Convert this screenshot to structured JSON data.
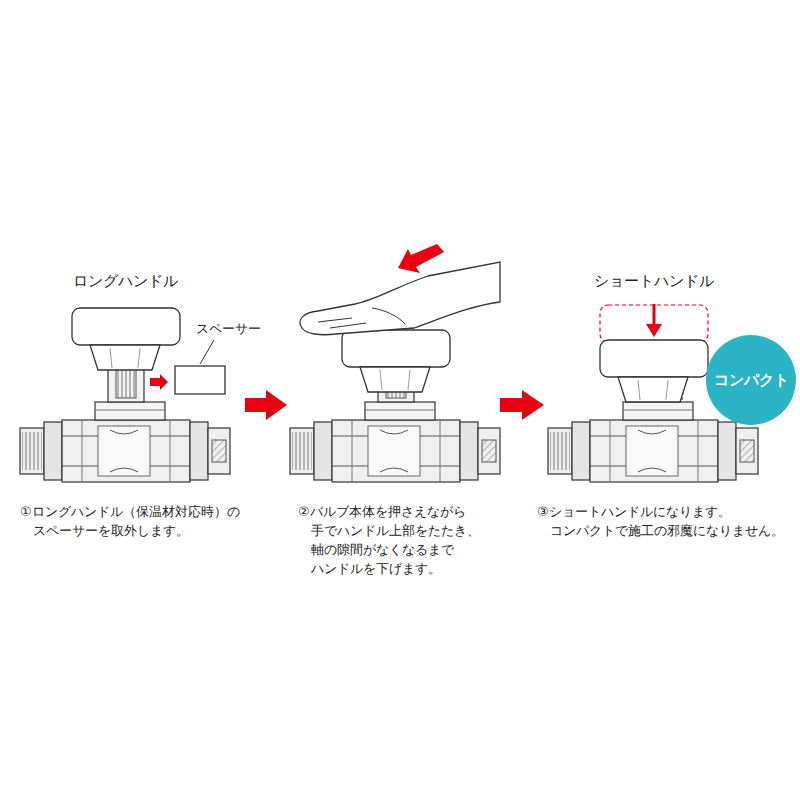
{
  "diagram": {
    "nodes": [
      {
        "text": [
          "コンパクト"
        ]
      }
    ],
    "labels": [
      "ロングハンドル",
      "スペーサー",
      "ショートハンドル",
      "①ロングハンドル（保温材対応時）の スペーサーを取外します。",
      "②バルブ本体を押さえながら 手でハンドル上部をたたき、 軸の隙間がなくなるまで ハンドルを下げます。",
      "③ショートハンドルになります。 コンパクトで施工の邪魔になりません。"
    ]
  }
}
